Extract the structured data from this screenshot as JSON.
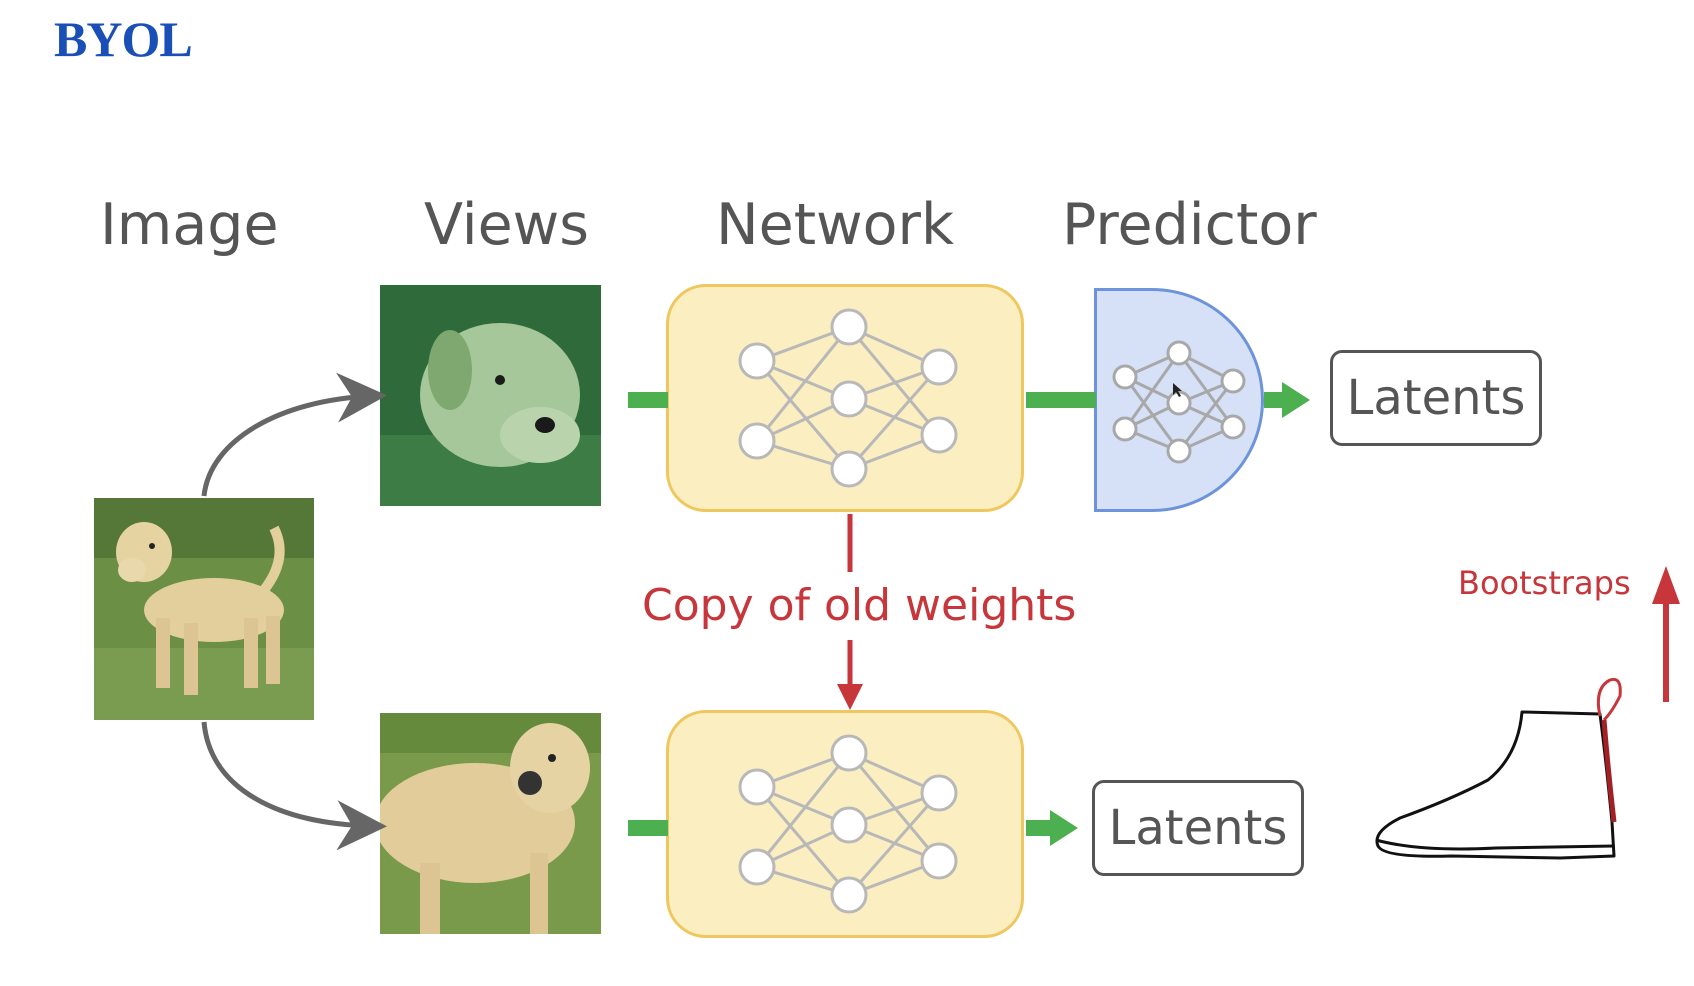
{
  "title": {
    "text": "BYOL",
    "color": "#1a4fb8"
  },
  "columns": {
    "image": "Image",
    "views": "Views",
    "network": "Network",
    "predictor": "Predictor"
  },
  "latents_top": "Latents",
  "latents_bottom": "Latents",
  "copy_label": "Copy of old weights",
  "bootstraps_label": "Bootstraps",
  "colors": {
    "network_fill": "#fbeec1",
    "network_border": "#f0c75e",
    "predictor_fill": "#d6e1f8",
    "predictor_border": "#6d93db",
    "connector_green": "#4caf50",
    "accent_red": "#c6363a",
    "arrow_gray": "#666666"
  },
  "icons": [
    "dog-photo",
    "neural-network-icon",
    "boot-icon",
    "cursor-icon"
  ]
}
